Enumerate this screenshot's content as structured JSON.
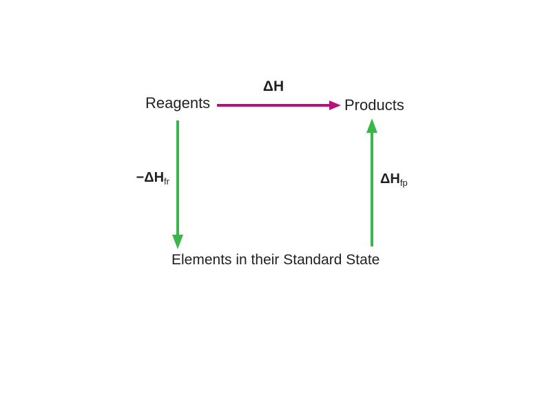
{
  "diagram": {
    "nodes": {
      "reagents": "Reagents",
      "products": "Products",
      "elements": "Elements in their Standard State"
    },
    "labels": {
      "reaction": {
        "main": "ΔH"
      },
      "left": {
        "main": "−ΔH",
        "sub": "fr"
      },
      "right": {
        "main": "ΔH",
        "sub": "fp"
      }
    },
    "colors": {
      "reaction_arrow": "#BB1077",
      "formation_arrow": "#39B54A",
      "text": "#231F20"
    }
  }
}
